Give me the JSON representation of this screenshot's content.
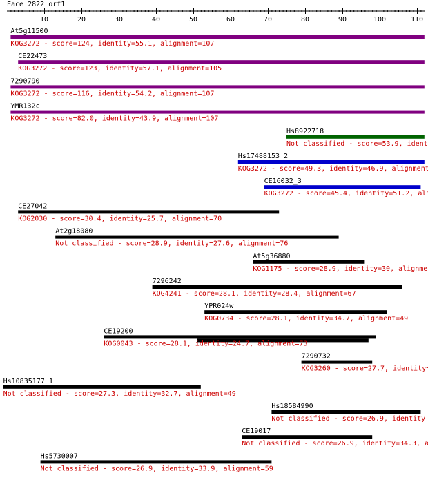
{
  "query": {
    "name": "Eace_2822_orf1",
    "length": 112,
    "ruler_ticks": [
      10,
      20,
      30,
      40,
      50,
      60,
      70,
      80,
      90,
      100,
      110
    ]
  },
  "colors": {
    "purple": "#800080",
    "green": "#006400",
    "blue": "#0000cc",
    "black": "#000000",
    "label": "#000000",
    "desc": "#cc0000"
  },
  "hits": [
    {
      "name": "At5g11500",
      "desc": "KOG3272 - score=124, identity=55.1, alignment=107",
      "segments": [
        [
          1,
          112
        ]
      ],
      "color": "purple"
    },
    {
      "name": "CE22473",
      "desc": "KOG3272 - score=123, identity=57.1, alignment=105",
      "segments": [
        [
          3,
          112
        ]
      ],
      "color": "purple"
    },
    {
      "name": "7290790",
      "desc": "KOG3272 - score=116, identity=54.2, alignment=107",
      "segments": [
        [
          1,
          112
        ]
      ],
      "color": "purple"
    },
    {
      "name": "YMR132c",
      "desc": "KOG3272 - score=82.0, identity=43.9, alignment=107",
      "segments": [
        [
          1,
          112
        ]
      ],
      "color": "purple"
    },
    {
      "name": "Hs8922718",
      "desc": "Not classified - score=53.9, ident",
      "segments": [
        [
          75,
          112
        ]
      ],
      "color": "green"
    },
    {
      "name": "Hs17488153_2",
      "desc": "KOG3272 - score=49.3, identity=46.9, alignment",
      "segments": [
        [
          62,
          112
        ]
      ],
      "color": "blue"
    },
    {
      "name": "CE16032_3",
      "desc": "KOG3272 - score=45.4, identity=51.2, ali",
      "segments": [
        [
          69,
          111
        ]
      ],
      "color": "blue"
    },
    {
      "name": "CE27042",
      "desc": "KOG2030 - score=30.4, identity=25.7, alignment=70",
      "segments": [
        [
          3,
          73
        ]
      ],
      "color": "black"
    },
    {
      "name": "At2g18080",
      "desc": "Not classified - score=28.9, identity=27.6, alignment=76",
      "segments": [
        [
          13,
          89
        ]
      ],
      "color": "black"
    },
    {
      "name": "At5g36880",
      "desc": "KOG1175 - score=28.9, identity=30, alignmen",
      "segments": [
        [
          66,
          96
        ]
      ],
      "color": "black"
    },
    {
      "name": "7296242",
      "desc": "KOG4241 - score=28.1, identity=28.4, alignment=67",
      "segments": [
        [
          39,
          106
        ]
      ],
      "color": "black"
    },
    {
      "name": "YPR024w",
      "desc": "KOG0734 - score=28.1, identity=34.7, alignment=49",
      "segments": [
        [
          53,
          102
        ]
      ],
      "color": "black"
    },
    {
      "name": "CE19200",
      "desc": "KOG0043 - score=28.1, identity=24.7, alignment=73",
      "segments": [
        [
          26,
          99
        ],
        [
          51,
          97
        ]
      ],
      "color": "black"
    },
    {
      "name": "7290732",
      "desc": "KOG3260 - score=27.7, identity=",
      "segments": [
        [
          79,
          98
        ]
      ],
      "color": "black"
    },
    {
      "name": "Hs10835177_1",
      "desc": "Not classified - score=27.3, identity=32.7, alignment=49",
      "segments": [
        [
          -1,
          52
        ]
      ],
      "color": "black"
    },
    {
      "name": "Hs18584990",
      "desc": "Not classified - score=26.9, identity",
      "segments": [
        [
          71,
          111
        ]
      ],
      "color": "black"
    },
    {
      "name": "CE19017",
      "desc": "Not classified - score=26.9, identity=34.3, al",
      "segments": [
        [
          63,
          98
        ]
      ],
      "color": "black"
    },
    {
      "name": "Hs5730007",
      "desc": "Not classified - score=26.9, identity=33.9, alignment=59",
      "segments": [
        [
          9,
          71
        ]
      ],
      "color": "black"
    }
  ]
}
